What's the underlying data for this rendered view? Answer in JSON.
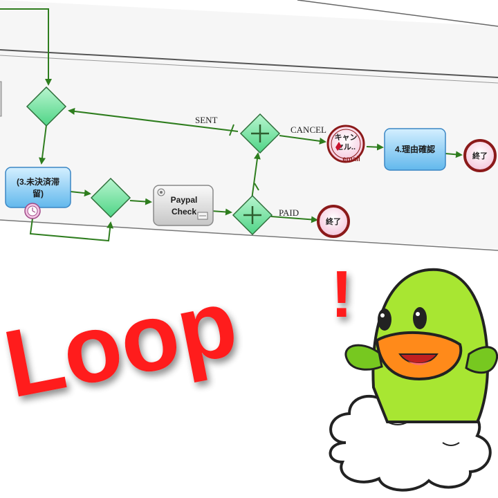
{
  "diagram": {
    "labels": {
      "sent": "SENT",
      "cancel": "CANCEL",
      "paid": "PAID"
    },
    "tasks": {
      "pending_line1": "(3.未決済滞",
      "pending_line2": "留)",
      "paypal_line1": "Paypal",
      "paypal_line2": "Check",
      "reason": "4.理由確認"
    },
    "cancel_event": {
      "line1": "キャン",
      "line2": "セル..",
      "sub": "email"
    },
    "end_events": {
      "end_paid": "終了",
      "end_cancel": "終了"
    }
  },
  "overlay": {
    "title": "Loop",
    "exclaim": "!"
  },
  "colors": {
    "flow": "#2e7d1e",
    "gateway": "#6be39a",
    "task_blue": "#8fd0f5",
    "task_gray": "#d8d8d8",
    "end_ring": "#8b1a1a",
    "loop_text": "#ff1a1a"
  }
}
